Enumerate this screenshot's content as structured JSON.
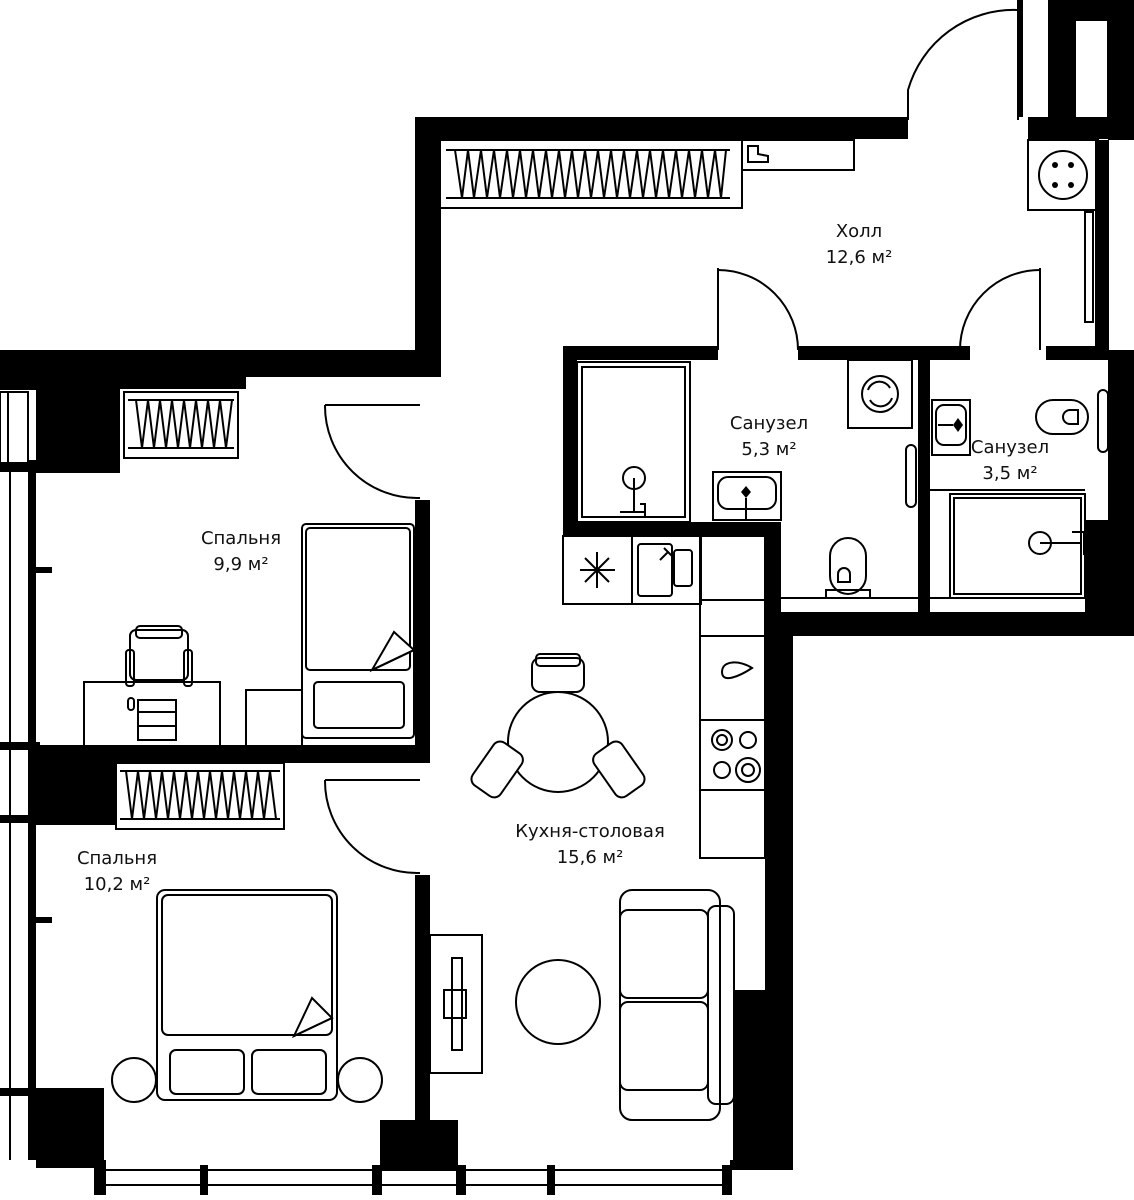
{
  "rooms": [
    {
      "id": "hall",
      "name": "Холл",
      "area": "12,6 м²"
    },
    {
      "id": "bath1",
      "name": "Санузел",
      "area": "5,3 м²"
    },
    {
      "id": "bath2",
      "name": "Санузел",
      "area": "3,5 м²"
    },
    {
      "id": "bed1",
      "name": "Спальня",
      "area": "9,9 м²"
    },
    {
      "id": "bed2",
      "name": "Спальня",
      "area": "10,2 м²"
    },
    {
      "id": "kitchen",
      "name": "Кухня-столовая",
      "area": "15,6 м²"
    }
  ]
}
